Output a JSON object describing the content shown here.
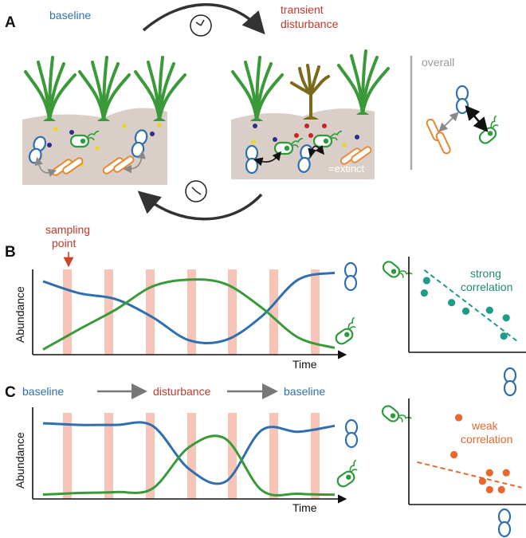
{
  "panels": [
    "A",
    "B",
    "C"
  ],
  "panel_a": {
    "baseline_label": "baseline",
    "disturbance_label_1": "transient",
    "disturbance_label_2": "disturbance",
    "extinct_label": "=extinct",
    "overall_label": "overall"
  },
  "panel_b": {
    "sampling_label_1": "sampling",
    "sampling_label_2": "point",
    "ylabel": "Abundance",
    "xlabel": "Time",
    "correlation_label_1": "strong",
    "correlation_label_2": "correlation"
  },
  "panel_c": {
    "phase_1": "baseline",
    "phase_2": "disturbance",
    "phase_3": "baseline",
    "ylabel": "Abundance",
    "xlabel": "Time",
    "correlation_label_1": "weak",
    "correlation_label_2": "correlation"
  },
  "colors": {
    "taxon_blue": "#2f6fb0",
    "taxon_green": "#3a9a3a",
    "sampling_band": "#f7c4b8",
    "strong_points": "#1f9b88",
    "weak_points": "#e8672c",
    "soil": "#d9cfc8"
  },
  "chart_data": [
    {
      "type": "line",
      "panel": "B",
      "series": [
        {
          "values": [
            0.86,
            0.72,
            0.65,
            0.44,
            0.17,
            0.17,
            0.45,
            0.88,
            0.96
          ]
        },
        {
          "values": [
            0.06,
            0.3,
            0.53,
            0.8,
            0.88,
            0.83,
            0.55,
            0.2,
            0.08
          ]
        }
      ]
    },
    {
      "type": "scatter",
      "panel": "B",
      "points": [
        [
          0.15,
          0.75
        ],
        [
          0.13,
          0.62
        ],
        [
          0.36,
          0.52
        ],
        [
          0.48,
          0.43
        ],
        [
          0.68,
          0.44
        ],
        [
          0.82,
          0.36
        ],
        [
          0.8,
          0.17
        ]
      ],
      "trend": "negative"
    },
    {
      "type": "line",
      "panel": "C",
      "series": [
        {
          "values": [
            0.88,
            0.86,
            0.86,
            0.85,
            0.35,
            0.2,
            0.8,
            0.78,
            0.85
          ]
        },
        {
          "values": [
            0.05,
            0.07,
            0.08,
            0.12,
            0.6,
            0.7,
            0.1,
            0.06,
            0.05
          ]
        }
      ]
    },
    {
      "type": "scatter",
      "panel": "C",
      "points": [
        [
          0.42,
          0.82
        ],
        [
          0.38,
          0.47
        ],
        [
          0.68,
          0.3
        ],
        [
          0.82,
          0.3
        ],
        [
          0.62,
          0.22
        ],
        [
          0.78,
          0.14
        ],
        [
          0.68,
          0.14
        ]
      ],
      "trend": "weak negative"
    }
  ]
}
